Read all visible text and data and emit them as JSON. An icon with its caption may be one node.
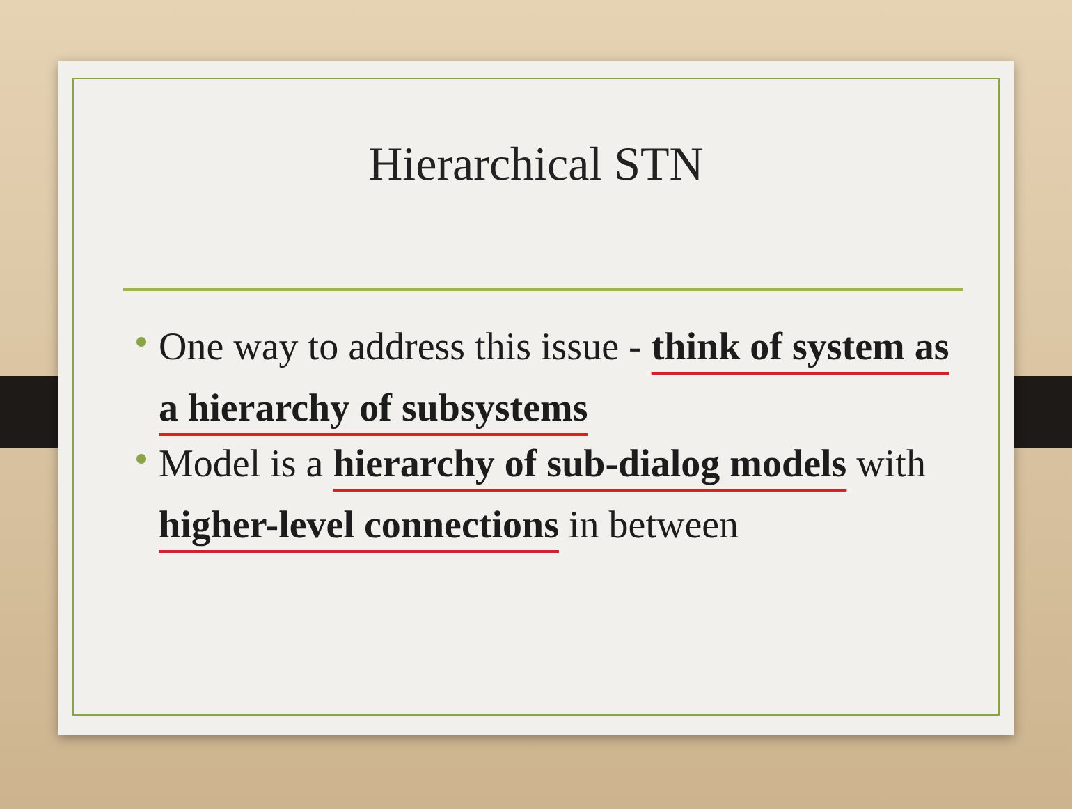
{
  "diagram": {
    "title": "Hierarchical STN",
    "labels": [
      "One way to address this issue - **think of system as a hierarchy of subsystems**",
      "Model is a **hierarchy of sub-dialog models** with **higher-level connections** in between"
    ]
  }
}
